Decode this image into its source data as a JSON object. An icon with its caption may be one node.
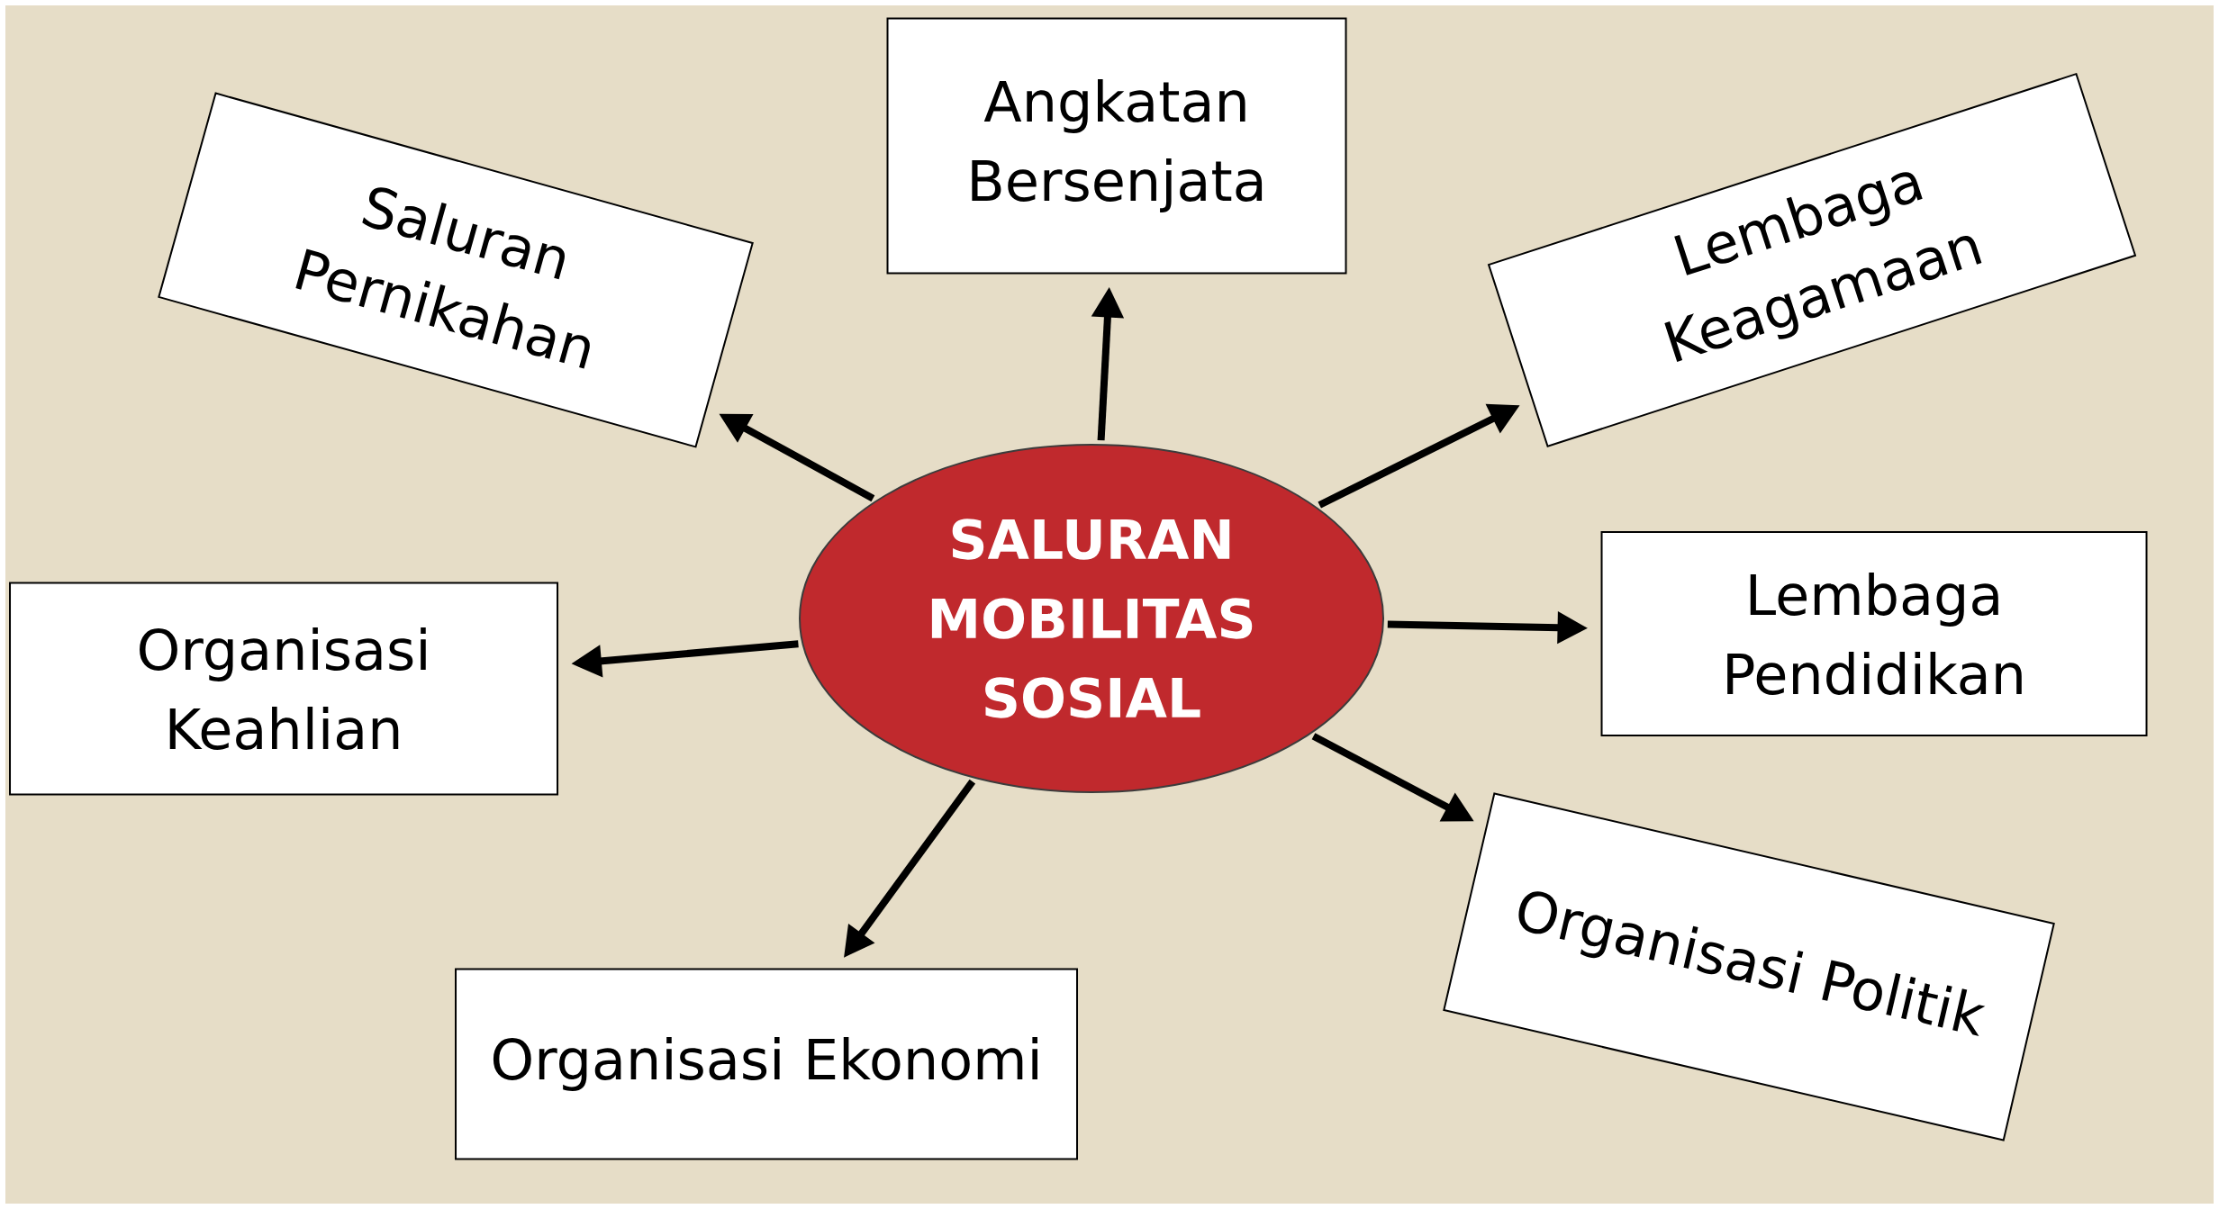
{
  "diagram": {
    "nodes": [
      {
        "text": [
          "SALURAN MOBILITAS SOSIAL"
        ]
      },
      {
        "text": [
          "Angkatan Bersenjata"
        ]
      },
      {
        "text": [
          "Saluran Pernikahan"
        ]
      },
      {
        "text": [
          "Lembaga Keagamaan"
        ]
      },
      {
        "text": [
          "Organisasi Keahlian"
        ]
      },
      {
        "text": [
          "Lembaga Pendidikan"
        ]
      },
      {
        "text": [
          "Organisasi Ekonomi"
        ]
      },
      {
        "text": [
          "Organisasi Politik"
        ]
      }
    ],
    "edges": [
      {
        "from": 0,
        "to": 1,
        "arrow": "to"
      },
      {
        "from": 0,
        "to": 2,
        "arrow": "to"
      },
      {
        "from": 0,
        "to": 3,
        "arrow": "to"
      },
      {
        "from": 0,
        "to": 4,
        "arrow": "to"
      },
      {
        "from": 0,
        "to": 5,
        "arrow": "to"
      },
      {
        "from": 0,
        "to": 6,
        "arrow": "to"
      },
      {
        "from": 0,
        "to": 7,
        "arrow": "to"
      }
    ]
  }
}
